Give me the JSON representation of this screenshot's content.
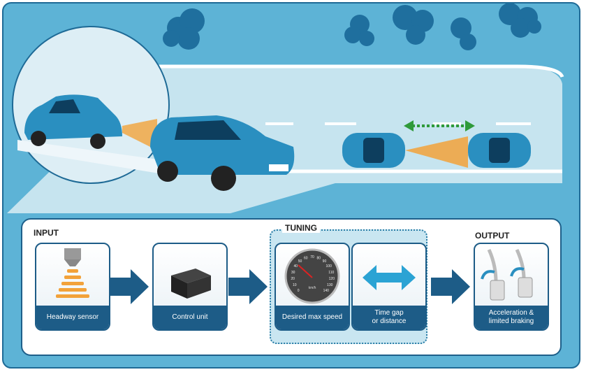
{
  "sections": {
    "input": "INPUT",
    "tuning": "TUNING",
    "output": "OUTPUT"
  },
  "cards": [
    {
      "label": "Headway sensor",
      "icon": "radar-sensor-icon"
    },
    {
      "label": "Control unit",
      "icon": "control-box-icon"
    },
    {
      "label": "Desired max speed",
      "icon": "speedometer-icon"
    },
    {
      "label": "Time gap\nor distance",
      "icon": "double-arrow-icon"
    },
    {
      "label": "Acceleration &\nlimited braking",
      "icon": "pedals-icon"
    }
  ],
  "speedometer": {
    "ticks": [
      "0",
      "10",
      "20",
      "30",
      "40",
      "50",
      "60",
      "70",
      "80",
      "90",
      "100",
      "110",
      "120",
      "130",
      "140"
    ],
    "unit": "km/h"
  },
  "colors": {
    "frame": "#5db3d6",
    "cloud": "#1f6f9e",
    "road": "#c6e4ef",
    "car": "#2a8fc0",
    "card_caption": "#1d5c87",
    "beam": "#f2a23a",
    "gap_arrow": "#2f9a3a"
  }
}
